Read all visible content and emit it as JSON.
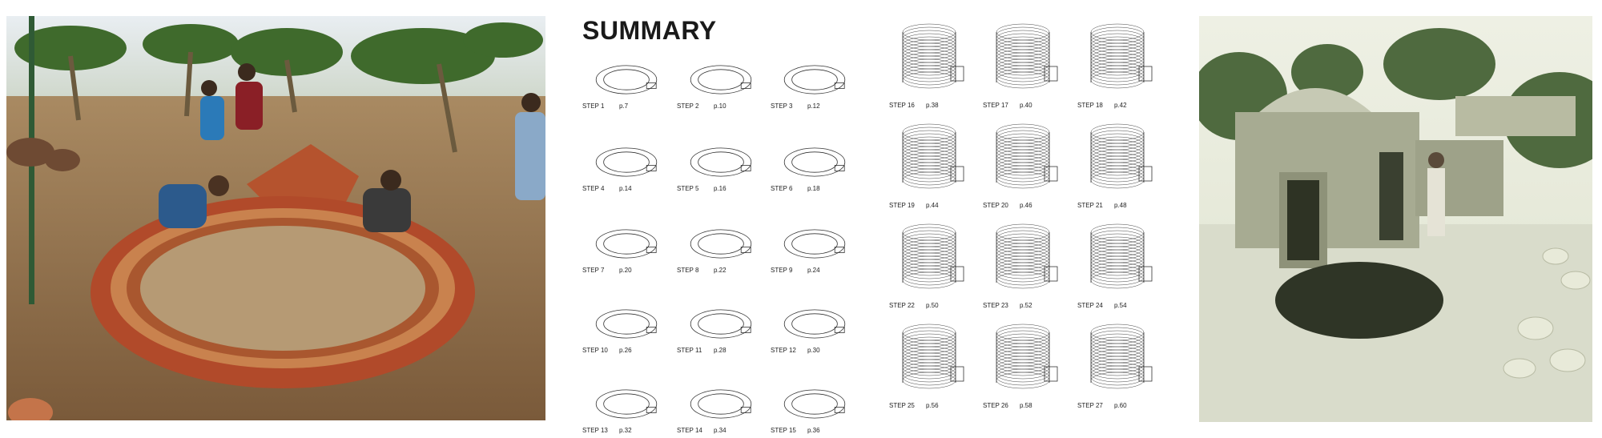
{
  "summary": {
    "title": "SUMMARY",
    "steps": [
      {
        "label": "STEP 1",
        "page": "p.7"
      },
      {
        "label": "STEP 2",
        "page": "p.10"
      },
      {
        "label": "STEP 3",
        "page": "p.12"
      },
      {
        "label": "STEP 4",
        "page": "p.14"
      },
      {
        "label": "STEP 5",
        "page": "p.16"
      },
      {
        "label": "STEP 6",
        "page": "p.18"
      },
      {
        "label": "STEP 7",
        "page": "p.20"
      },
      {
        "label": "STEP 8",
        "page": "p.22"
      },
      {
        "label": "STEP 9",
        "page": "p.24"
      },
      {
        "label": "STEP 10",
        "page": "p.26"
      },
      {
        "label": "STEP 11",
        "page": "p.28"
      },
      {
        "label": "STEP 12",
        "page": "p.30"
      },
      {
        "label": "STEP 13",
        "page": "p.32"
      },
      {
        "label": "STEP 14",
        "page": "p.34"
      },
      {
        "label": "STEP 15",
        "page": "p.36"
      },
      {
        "label": "STEP 16",
        "page": "p.38"
      },
      {
        "label": "STEP 17",
        "page": "p.40"
      },
      {
        "label": "STEP 18",
        "page": "p.42"
      },
      {
        "label": "STEP 19",
        "page": "p.44"
      },
      {
        "label": "STEP 20",
        "page": "p.46"
      },
      {
        "label": "STEP 21",
        "page": "p.48"
      },
      {
        "label": "STEP 22",
        "page": "p.50"
      },
      {
        "label": "STEP 23",
        "page": "p.52"
      },
      {
        "label": "STEP 24",
        "page": "p.54"
      },
      {
        "label": "STEP 25",
        "page": "p.56"
      },
      {
        "label": "STEP 26",
        "page": "p.58"
      },
      {
        "label": "STEP 27",
        "page": "p.60"
      }
    ]
  }
}
